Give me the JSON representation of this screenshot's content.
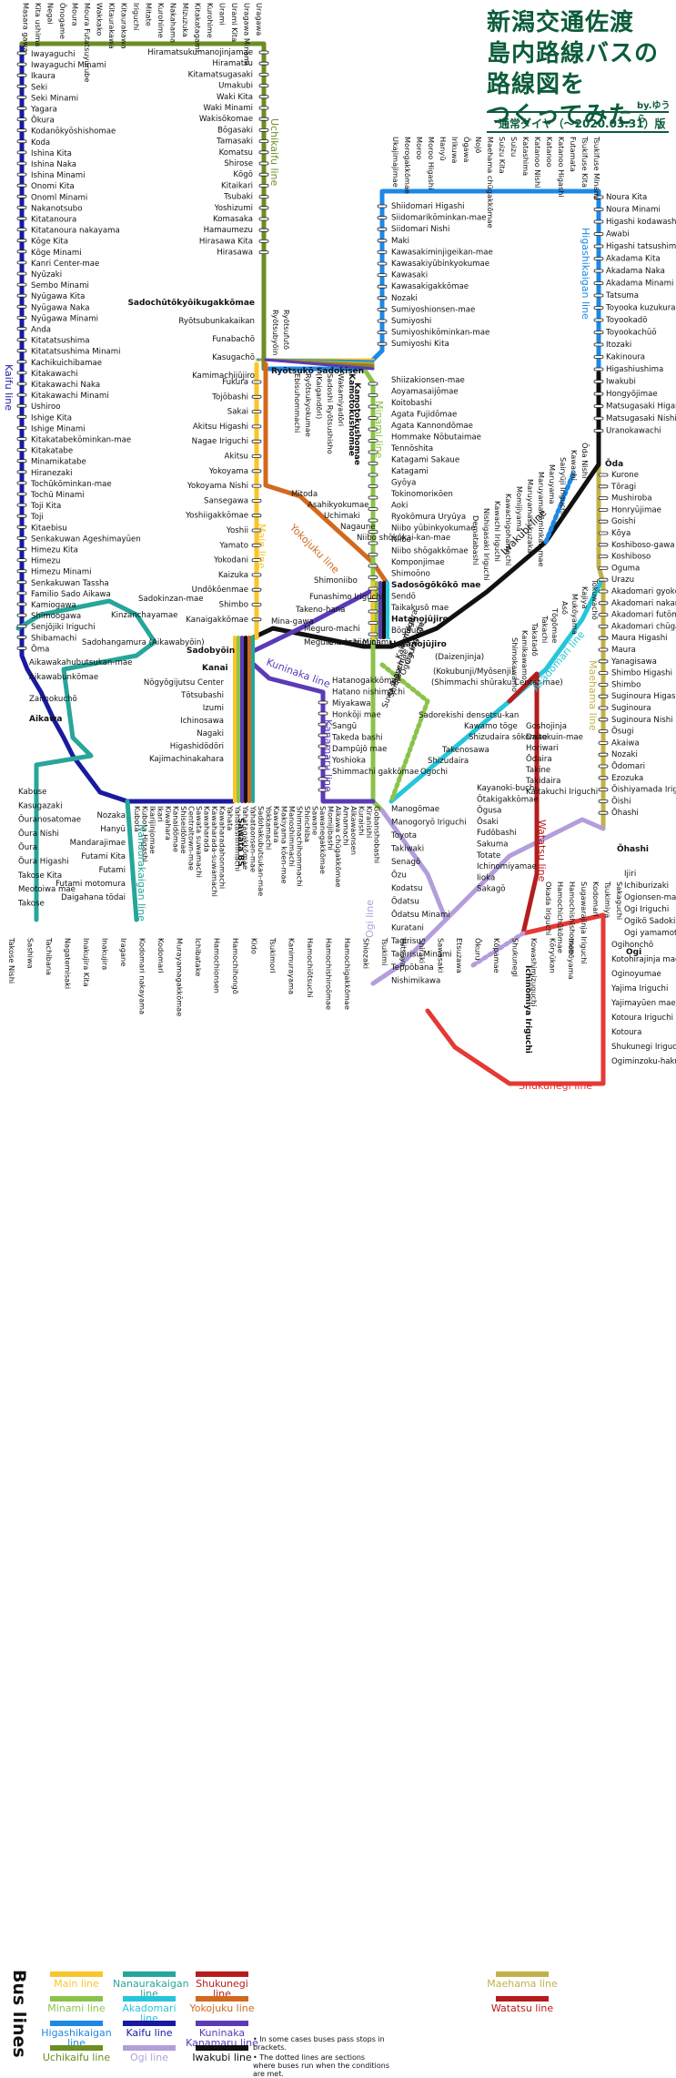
{
  "title": {
    "lines": [
      "新潟交通佐渡",
      "島内路線バスの",
      "路線図を",
      "つくってみた"
    ],
    "by": "by.ゆうら",
    "subtitle": "通常ダイヤ（～2020.03.31）版"
  },
  "lines": {
    "kaifu": {
      "name": "Kaifu line",
      "color": "#1a1aa0"
    },
    "uchikaifu": {
      "name": "Uchikaifu line",
      "color": "#6b8e23"
    },
    "higashikaigan": {
      "name": "Higashikaigan line",
      "color": "#1e88e5"
    },
    "minami": {
      "name": "Minami line",
      "color": "#8bc34a"
    },
    "main": {
      "name": "Main line",
      "color": "#f9c52c"
    },
    "yokojuku": {
      "name": "Yokojuku line",
      "color": "#d2691e"
    },
    "kuninaka": {
      "name": "Kuninaka Kanamaru line",
      "color": "#5b3ab8"
    },
    "iwakubi": {
      "name": "Iwakubi line",
      "color": "#111111"
    },
    "akadomari": {
      "name": "Akadomari line",
      "color": "#26c6da"
    },
    "nanaura": {
      "name": "Nanaurakaigan line",
      "color": "#26a69a"
    },
    "watatsu": {
      "name": "Watatsu line",
      "color": "#b71c1c"
    },
    "ogi": {
      "name": "Ogi line",
      "color": "#b39ddb"
    },
    "maehama": {
      "name": "Maehama line",
      "color": "#c0b24a"
    },
    "shukunegi": {
      "name": "Shukunegi line",
      "color": "#e53935"
    }
  },
  "labels": {
    "kaifu_vertical": "Kaifu line",
    "uchikaifu_vertical": "Uchikaifu line",
    "higashikaigan_vertical": "Higashikaigan line",
    "minami_vertical": "Minami line",
    "main_vertical": "Main line",
    "yokojuku_diag": "Yokojuku line",
    "kuninaka_diag": "Kuninaka line",
    "kanamaru_vertical": "Kanamaru line",
    "iwakubi_diag": "Iwakubi line",
    "akadomari_diag": "Akadomari line",
    "maehama_vertical": "Maehama line",
    "watatsu_vertical": "Watatsu line",
    "ogi_vertical": "Ogi line",
    "nanaura_vertical": "Nanaurakaigan line",
    "shukunegi_bottom": "Shukunegi line"
  },
  "stations_kaifu": [
    "Iwayaguchi",
    "Iwayaguchi Minami",
    "Ikaura",
    "Seki",
    "Seki Minami",
    "Yagara",
    "Ōkura",
    "Kodanōkyōshishomae",
    "Koda",
    "Ishina Kita",
    "Ishina Naka",
    "Ishina Minami",
    "Onomi Kita",
    "Onoml Minami",
    "Nakanotsubo",
    "Kitatanoura",
    "Kitatanoura nakayama",
    "Kōge Kita",
    "Kōge Minami",
    "Kanri Center-mae",
    "Nyūzaki",
    "Sembo Minami",
    "Nyūgawa Kita",
    "Nyūgawa Naka",
    "Nyūgawa Minami",
    "Anda",
    "Kitatatsushima",
    "Kitatatsushima Minami",
    "Kachikuichibamae",
    "Kitakawachi",
    "Kitakawachi Naka",
    "Kitakawachi Minami",
    "Ushiroo",
    "Ishige Kita",
    "Ishige Minami",
    "Kitakatabekōminkan-mae",
    "Kitakatabe",
    "Minamikatabe",
    "Hiranezaki",
    "Tochūkōminkan-mae",
    "Tochū Minami",
    "Toji Kita",
    "Toji",
    "Kitaebisu",
    "Senkakuwan Ageshimayūen",
    "Himezu Kita",
    "Himezu",
    "Himezu Minami",
    "Senkakuwan Tassha",
    "Familio Sado Aikawa",
    "Kamiogawa",
    "Shimoogawa",
    "Senjōjiki Iriguchi",
    "Shibamachi",
    "Ōma"
  ],
  "stations_uchikaifu": [
    "Hiramatsukumanojinjamae",
    "Hiramatsu",
    "Kitamatsugasaki",
    "Umakubi",
    "Waki Kita",
    "Waki Minami",
    "Wakisōkomae",
    "Bōgasaki",
    "Tamasaki",
    "Komatsu",
    "Shirose",
    "Kōgō",
    "Kitaikari",
    "Tsubaki",
    "Yoshizumi",
    "Komasaka",
    "Hamaumezu",
    "Hirasawa Kita",
    "Hirasawa"
  ],
  "stations_main_upper": [
    "Sadochūtōkyōikugakkōmae",
    "Ryōtsubunkakaikan",
    "Funabachō",
    "Kasugachō",
    "Kamimachijūjiro"
  ],
  "stations_main": [
    "Fukura",
    "Tojōbashi",
    "Sakai",
    "Akitsu Higashi",
    "Nagae Iriguchi",
    "Akitsu",
    "Yokoyama",
    "Yokoyama Nishi",
    "Sansegawa",
    "Yoshiigakkōmae",
    "Yoshii",
    "Yamato",
    "Yokodani",
    "Kaizuka",
    "Undōkōenmae",
    "Shimbo",
    "Kanaigakkōmae"
  ],
  "stations_higashikaigan": [
    "Noura Kita",
    "Noura Minami",
    "Higashi kodawashimizu",
    "Awabi",
    "Higashi tatsushima",
    "Akadama Kita",
    "Akadama Naka",
    "Akadama Minami",
    "Tatsuma",
    "Toyooka kuzukura",
    "Toyookadō",
    "Toyookachūō",
    "Itozaki",
    "Kakinoura",
    "Higashiushima",
    "Iwakubi",
    "Hongyōjimae",
    "Matsugasaki Higashi",
    "Matsugasaki Nishi",
    "Uranokawachi"
  ],
  "stations_maehama": [
    "Kurone",
    "Tōragi",
    "Mushiroba",
    "Honryūjimae",
    "Goishi",
    "Kōya",
    "Koshiboso-gawa",
    "Koshiboso",
    "Oguma",
    "Urazu",
    "Akadomari gyokōmae",
    "Akadomari nakamachi",
    "Akadomari futōmae",
    "Akadomari chūgakkōmae",
    "Maura Higashi",
    "Maura",
    "Yanagisawa",
    "Shimbo Higashi",
    "Shimbo",
    "Suginoura Higashi",
    "Suginoura",
    "Suginoura Nishi",
    "Ōsugi",
    "Akaiwa",
    "Nozaki",
    "Ōdomari",
    "Ezozuka",
    "Ōishiyamada Iriguchi",
    "Ōishi",
    "Ōhashi"
  ],
  "stations_higashi_top": [
    "Shiidomari Higashi",
    "Siidomarikōminkan-mae",
    "Siidomari Nishi",
    "Maki",
    "Kawasakiminjigeikan-mae",
    "Kawasakiyūbinkyokumae",
    "Kawasaki",
    "Kawasakigakkōmae",
    "Nozaki",
    "Sumiyoshionsen-mae",
    "Sumiyoshi",
    "Sumiyoshikōminkan-mae",
    "Sumiyoshi Kita"
  ],
  "stations_minami": [
    "Shiizakionsen-mae",
    "Aoyamasaijōmae",
    "Koitobashi",
    "Agata Fujidōmae",
    "Agata Kannondōmae",
    "Hommake Nōbutaimae",
    "Tennōshita",
    "Katagami Sakaue",
    "Katagami",
    "Gyōya",
    "Tokinomoriкōen",
    "Aoki",
    "Ryokōmura Uryūya",
    "Niibo yūbinkyokumae",
    "Niibo",
    "Niibo shōgakkōmae",
    "Komponjimae",
    "Shimoōno",
    "Sadosōgōkōkō mae",
    "Sendō",
    "Taikakusō mae",
    "Hatanojūjiro",
    "Bōgaura"
  ],
  "stations_kanai": [
    "Nōgyōgijutsu Center",
    "Tōtsubashi",
    "Izumi",
    "Ichinosawa",
    "Nagaki",
    "Higashidōdōri",
    "Kajimachinakahara"
  ],
  "stations_kuninaka": [
    "Hatanogakkōmae",
    "Hatano nishimachi",
    "Miyakawa",
    "Honkōji mae",
    "Sangū",
    "Takeda bashi",
    "Dampūjō mae",
    "Yoshioka",
    "Shimmachi gakkōmae"
  ],
  "stations_ogi": [
    "Manogōmae",
    "Manogoryō Iriguchi",
    "Toyota",
    "Takiwaki",
    "Senagō",
    "Ōzu",
    "Kodatsu",
    "Ōdatsu",
    "Ōdatsu Minami",
    "Kuratani",
    "Tagirisu",
    "Tagirisu Minami",
    "Teppōbana",
    "Nishimikawa"
  ],
  "stations_akadomari_side": [
    "Goshojinja",
    "Daitokuin-mae",
    "Horiwari",
    "Ōdaira",
    "Takine",
    "Takidaira",
    "Kaitakuchi Iriguchi"
  ],
  "stations_watatsu": [
    "Kayanoki-buchi",
    "Ōtakigakkōmae",
    "Ōgusa",
    "Ōsaki",
    "Fudōbashi",
    "Sakuma",
    "Totate",
    "Ichinomiyamae",
    "Iioka",
    "Sakagō"
  ],
  "stations_aikawa": [
    "Sadokinzan-mae",
    "Kinzanchayamae",
    "Sadohangamura (Aikawabyōin)",
    "Aikawakahubutsukan-mae",
    "Aikawabunkōmae",
    "Zaimokuchō",
    "Aikawa"
  ],
  "stations_nanaura": [
    "Kabuse",
    "Kasugazaki",
    "Ōuranosatomae",
    "Ōura Nishi",
    "Ōura",
    "Ōura Higashi",
    "Takose Kita",
    "Meotoiwa mae",
    "Takose"
  ],
  "stations_sawata_left": [
    "Nozaka",
    "Hanyū",
    "Mandarajimae",
    "Futami Kita",
    "Futami",
    "Futami motomura",
    "Daigahana tōdai"
  ],
  "stations_shukunegi": [
    "Ogihonchō",
    "Kotohirajinja mae",
    "Oginoyumae",
    "Yajima Iriguchi",
    "Yajimayūen mae",
    "Kotoura Iriguchi",
    "Kotoura",
    "Shukunegi Iriguchi",
    "Ogiminzoku-hakubutsukan"
  ],
  "stations_top_vertical": [
    "Uragawa",
    "Uragawa Minami",
    "Urami Kita",
    "Urami",
    "Kurohime",
    "Kitakatagami",
    "Mizuzuka",
    "Nakahama",
    "Kurohime",
    "Mitate",
    "Iriguchi",
    "Kitaurakawa",
    "Kitaurakawa",
    "Wakkako",
    "Moura Futatsuyurube",
    "Moura",
    "Ōnogame",
    "Negai",
    "Kita ushima",
    "Masara gawa"
  ],
  "stations_top_right_vertical": [
    "Ukajimajimae",
    "Morogakkōmae",
    "Moroo",
    "Moroo Higashi",
    "Hanyū",
    "Irikuwa",
    "Ōgawa",
    "Nojō",
    "Maehama chūgakkōmae",
    "Suizu Kita",
    "Suizu",
    "Katashima",
    "Katanoo Nishi",
    "Katanoo",
    "Katanoo Higashi",
    "Futamata",
    "Tsukifuse Kita",
    "Tsukifuse Minami"
  ],
  "stations_center_vertical": [
    "Ryōtsubyōin",
    "Ryōtsufutō",
    "Ebisuhommachi",
    "Ryōtsukyokumae",
    "(Kaigandōri)",
    "Sadoshi Ryōtsushisho",
    "Wakamiyadōri",
    "Kamotokushomae"
  ],
  "stations_yokojuku": [
    "Mitoda",
    "Asahikyokumae",
    "Uchimaki",
    "Nagaune",
    "Niibo shōkōkai-kan-mae"
  ],
  "stations_center_misc": [
    "Shimoniibo",
    "Funashimo Iriguchi",
    "Takeno-hana",
    "Mina-gawa",
    "Meguro-machi",
    "Meguro-machi Minami",
    "Terada Iriguchi",
    "Kamegura",
    "Kakemukai",
    "Oguratoroe",
    "Hasemae",
    "Shiota",
    "Suwa Iriguchi",
    "Ogura Iriguchi"
  ],
  "stations_iwakubi": [
    "Ōda Nishi",
    "Kawachi",
    "Sairyūji Iriguchi",
    "Maruyama",
    "Maruyamakōminkan-mae",
    "Maruyamasakuzaka",
    "Momijiyama",
    "Kawachigohamachi",
    "Kawachi Iriguchi",
    "Nishigasaki Iriguchi",
    "Dematabashi"
  ],
  "stations_akadomari_diag": [
    "Tokuwachō",
    "Kajiya",
    "Mukōyama",
    "Asō",
    "Tōgōmae",
    "Takachi",
    "Takatadō",
    "Kamikawamo",
    "Shimokawamo"
  ],
  "stations_misc_small": [
    "(Daizenjinja)",
    "(Kokubunji/Myōsenji)",
    "(Shimmachi shūraku Center-mae)",
    "Sadorekishi densetsu-kan",
    "Kawamo tōge",
    "Shizudaira sōkomae",
    "Takenosawa",
    "Shizudaira",
    "Ogochi"
  ],
  "stations_sawata_south": [
    "Kubota",
    "Kubota Higashi",
    "Ikarijinjomae",
    "Ikari",
    "Kiwahara",
    "Kanaidōmae",
    "Shiseidōmae",
    "Centraltown-mae",
    "Sawata suwamachi",
    "Kawaharada",
    "Kawaharada-suwamachi",
    "Kawaharadahonmachi",
    "Yahata",
    "Yahatashimmachi",
    "Yahatagakkōmae",
    "Yahataonsen-mae",
    "Sadohakubutsukan-mae",
    "Yokkamachi",
    "Kawahara",
    "Makiyama kōen-mae",
    "Manoshimmachi",
    "Shimmachihommachi",
    "Shinchiba",
    "Sawane",
    "Sawanegakkōmae",
    "Momijibashi",
    "Aikawa chūgakkōmae",
    "Amamachi",
    "Aikawaonsen",
    "Kuraishi",
    "Kiranishi",
    "Gobanshobashi"
  ],
  "stations_bottom_vertical": [
    "Takose Nishi",
    "Sashiwa",
    "Tachibana",
    "Nagatemisaki",
    "Inakujira Kita",
    "Inakujira",
    "Iragane",
    "Kodomari nakayama",
    "Kodomari",
    "Murayamagakkōmae",
    "Ichibatake",
    "Hamochionsen",
    "Hamochihongō",
    "Kido",
    "Tsukimori",
    "Kanimurayama",
    "Hamochiōtsuchi",
    "Hamochishiroōmae",
    "Hamochigakkōmae",
    "Shiozaki",
    "Tsukimi",
    "Mitsuya",
    "Shiraki",
    "Sawasaki",
    "Etsuzawa",
    "Ōkuru",
    "Kōpamae",
    "Shukunegi",
    "Kowashimizuguchi",
    "Kōryūkan",
    "Inobōyama"
  ],
  "stations_right_lower": [
    "Ijiri",
    "Ichiburizaki",
    "Ogionsen-mae",
    "Ogi Iriguchi",
    "Ogikō Sadokisen",
    "Ogi yamamoto-chō"
  ],
  "stations_bottom_right": [
    "Okada Iriguchi",
    "Hamochichūkōmae",
    "Hamochishishomae",
    "Sugawarajinja Iriguchi",
    "Kodomari",
    "Tsukimiya",
    "Sakaguchi"
  ],
  "hubs": {
    "ryotsu": "Ryōtsukō Sadokisen",
    "oda": "Ōda",
    "sadobyoin": "Sadobyōin",
    "kanai": "Kanai",
    "sawata": "Sawata BS",
    "hatano": "Hatanojūjiro",
    "ogi": "Ogi",
    "ohashi": "Ōhashi",
    "ichinomiya": "Ichinomiya Iriguchi",
    "kamotoku": "Kamotokushomae"
  },
  "legend": {
    "title": "Bus lines",
    "items": [
      {
        "name": "Main line",
        "color": "#f9c52c"
      },
      {
        "name": "Minami line",
        "color": "#8bc34a"
      },
      {
        "name": "Higashikaigan line",
        "color": "#1e88e5"
      },
      {
        "name": "Uchikaifu line",
        "color": "#6b8e23"
      },
      {
        "name": "Nanaurakaigan line",
        "color": "#26a69a"
      },
      {
        "name": "Akadomari line",
        "color": "#26c6da"
      },
      {
        "name": "Kaifu line",
        "color": "#1a1aa0"
      },
      {
        "name": "Ogi line",
        "color": "#b39ddb"
      },
      {
        "name": "Shukunegi line",
        "color": "#b71c1c"
      },
      {
        "name": "Yokojuku line",
        "color": "#d2691e"
      },
      {
        "name": "Kuninaka Kanamaru line",
        "color": "#5b3ab8"
      },
      {
        "name": "Iwakubi line",
        "color": "#111111"
      },
      {
        "name": "Maehama line",
        "color": "#c0b24a"
      },
      {
        "name": "Watatsu line",
        "color": "#b71c1c"
      }
    ],
    "notes": [
      "• In some cases buses pass stops in brackets.",
      "• The dotted lines are sections where buses run when the conditions are met."
    ]
  }
}
